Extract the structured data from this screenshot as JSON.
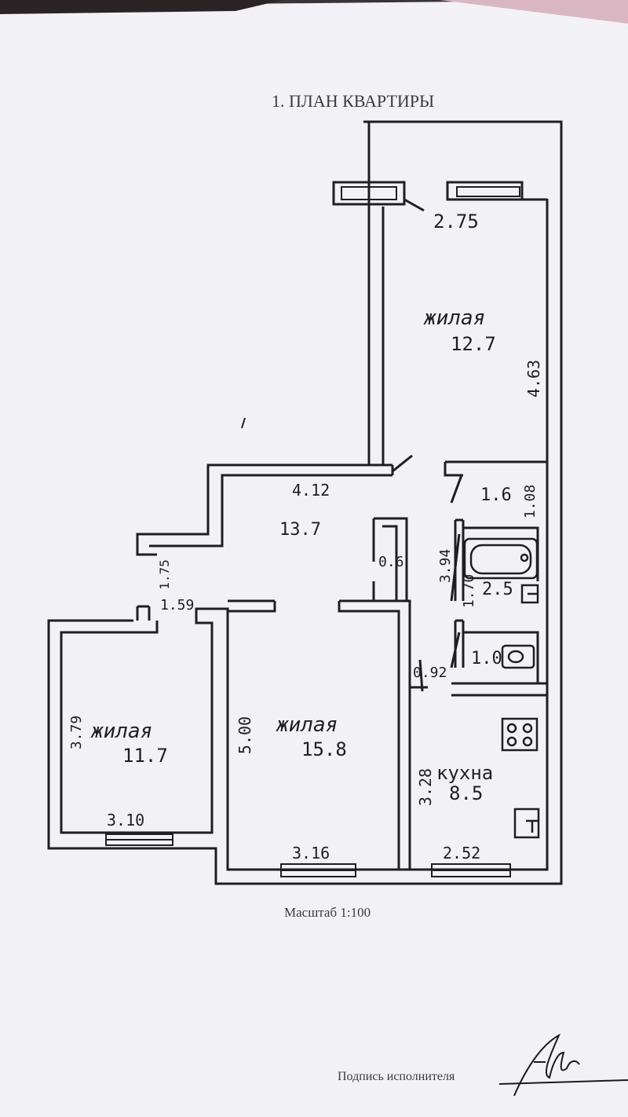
{
  "document": {
    "title": "1.    ПЛАН КВАРТИРЫ",
    "scale": "Масштаб 1:100",
    "signature_label": "Подпись исполнителя"
  },
  "rooms": {
    "room_top_right": {
      "label": "жилая",
      "area": "12.7"
    },
    "room_left": {
      "label": "жилая",
      "area": "11.7"
    },
    "room_center": {
      "label": "жилая",
      "area": "15.8"
    },
    "kitchen": {
      "label": "кухна",
      "area": "8.5"
    },
    "hall": {
      "area": "13.7"
    },
    "closet": {
      "area": "0.6"
    },
    "corridor": {
      "area": "1.6"
    },
    "bathroom": {
      "area": "2.5"
    },
    "toilet": {
      "area": "1.0"
    }
  },
  "dimensions": {
    "d_275": "2.75",
    "d_463": "4.63",
    "d_412": "4.12",
    "d_108": "1.08",
    "d_394": "3.94",
    "d_170": "1.70",
    "d_175": "1.75",
    "d_159": "1.59",
    "d_092": "0.92",
    "d_379": "3.79",
    "d_500": "5.00",
    "d_328": "3.28",
    "d_310": "3.10",
    "d_316": "3.16",
    "d_252": "2.52"
  },
  "colors": {
    "paper": "#f3f3f7",
    "ink": "#1e1e24",
    "background": "#3a3436"
  }
}
